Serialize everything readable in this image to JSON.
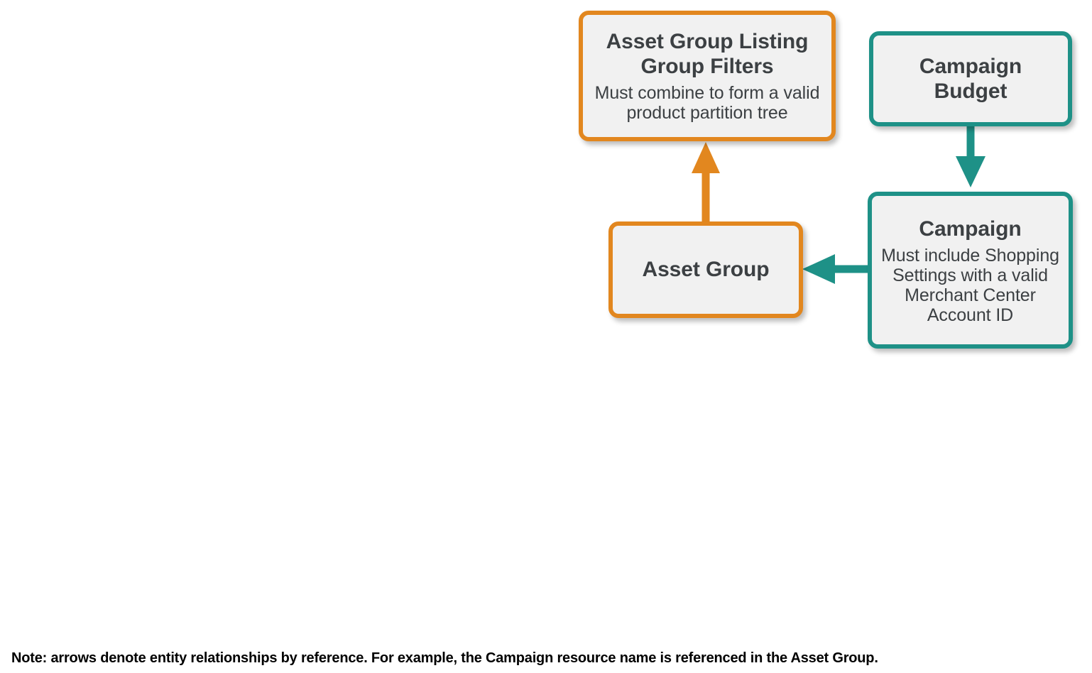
{
  "diagram": {
    "colors": {
      "orange": "#E2871F",
      "teal": "#1E9187",
      "box_fill": "#F1F1F1",
      "text": "#3C4043",
      "note_text": "#000000",
      "background": "#FFFFFF"
    },
    "nodes": [
      {
        "id": "asset-group-listing-group-filters",
        "title": "Asset Group Listing Group Filters",
        "subtitle": "Must combine to form a valid product partition tree",
        "color": "orange"
      },
      {
        "id": "campaign-budget",
        "title": "Campaign Budget",
        "subtitle": "",
        "color": "teal"
      },
      {
        "id": "asset-group",
        "title": "Asset Group",
        "subtitle": "",
        "color": "orange"
      },
      {
        "id": "campaign",
        "title": "Campaign",
        "subtitle": "Must include Shopping Settings with a valid Merchant Center Account ID",
        "color": "teal"
      }
    ],
    "edges": [
      {
        "id": "asset-group-to-listing-group-filters",
        "from": "asset-group",
        "to": "asset-group-listing-group-filters",
        "direction": "up",
        "color": "orange"
      },
      {
        "id": "campaign-budget-to-campaign",
        "from": "campaign-budget",
        "to": "campaign",
        "direction": "down",
        "color": "teal"
      },
      {
        "id": "campaign-to-asset-group",
        "from": "campaign",
        "to": "asset-group",
        "direction": "left",
        "color": "teal"
      }
    ],
    "note": "Note: arrows denote entity relationships by reference. For example, the Campaign resource name is referenced in the Asset Group."
  }
}
